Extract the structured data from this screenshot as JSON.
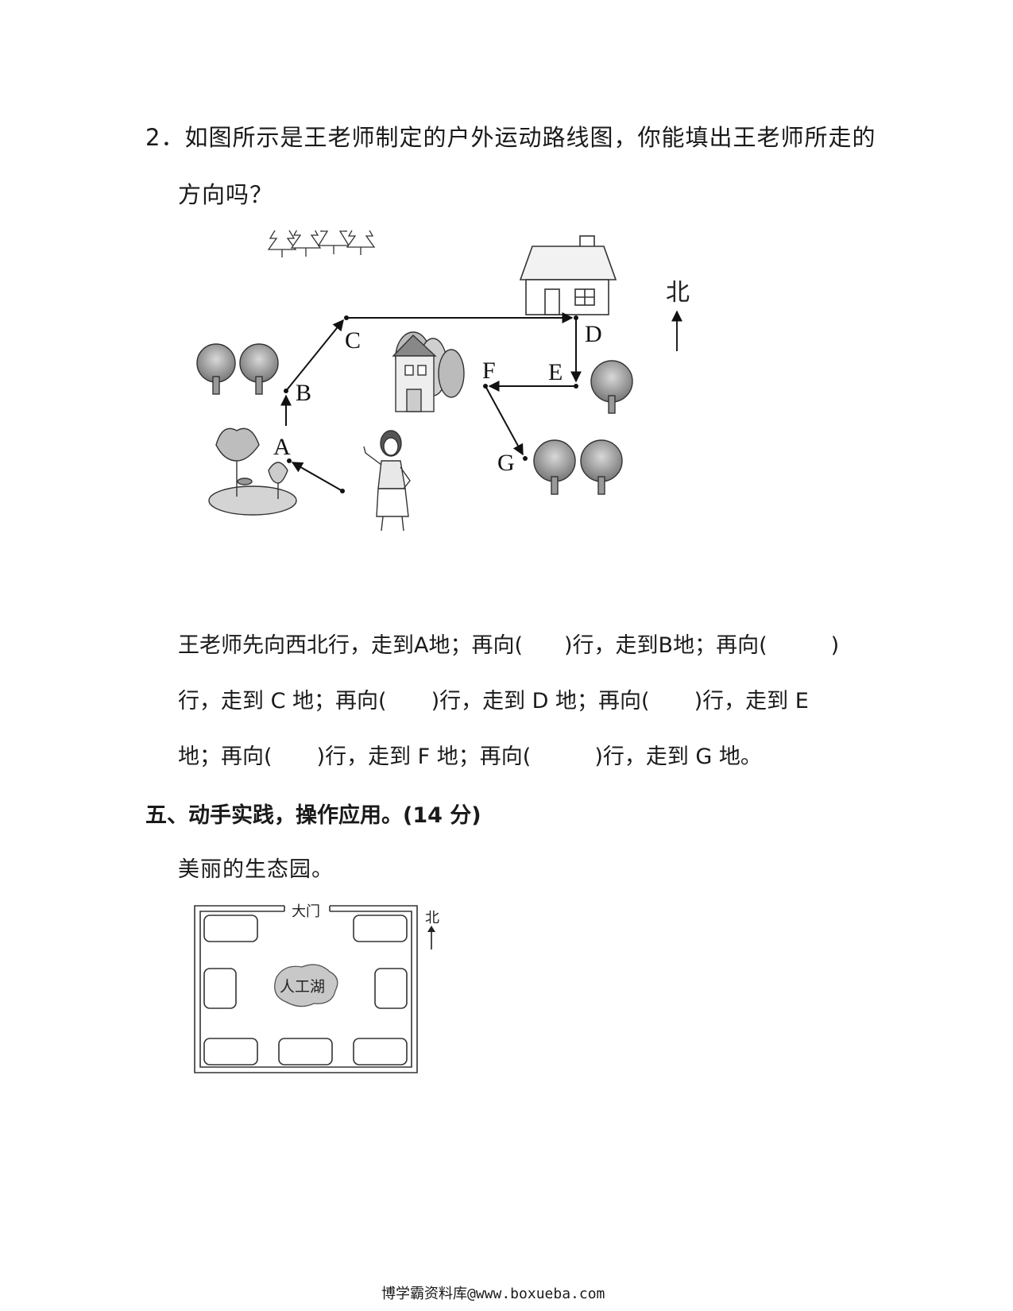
{
  "question": {
    "number": "2．",
    "line1": "如图所示是王老师制定的户外运动路线图，你能填出王老师所走的",
    "line2": "方向吗？"
  },
  "route_map": {
    "north": "北",
    "points": [
      "A",
      "B",
      "C",
      "D",
      "E",
      "F",
      "G"
    ]
  },
  "fill": {
    "line1_parts": [
      "王老师先向西北行，走到A地；再向(",
      ")行，走到B地；再向(",
      ")"
    ],
    "line2_parts": [
      "行，走到 C 地；再向(",
      ")行，走到 D 地；再向(",
      ")行，走到 E"
    ],
    "line3_parts": [
      "地；再向(",
      ")行，走到 F 地；再向(",
      ")行，走到 G 地。"
    ]
  },
  "section5": {
    "title": "五、动手实践，操作应用。(14 分)",
    "subtitle": "美丽的生态园。"
  },
  "garden_map": {
    "gate": "大门",
    "north": "北",
    "lake": "人工湖"
  },
  "footer": "博学霸资料库@www.boxueba.com"
}
